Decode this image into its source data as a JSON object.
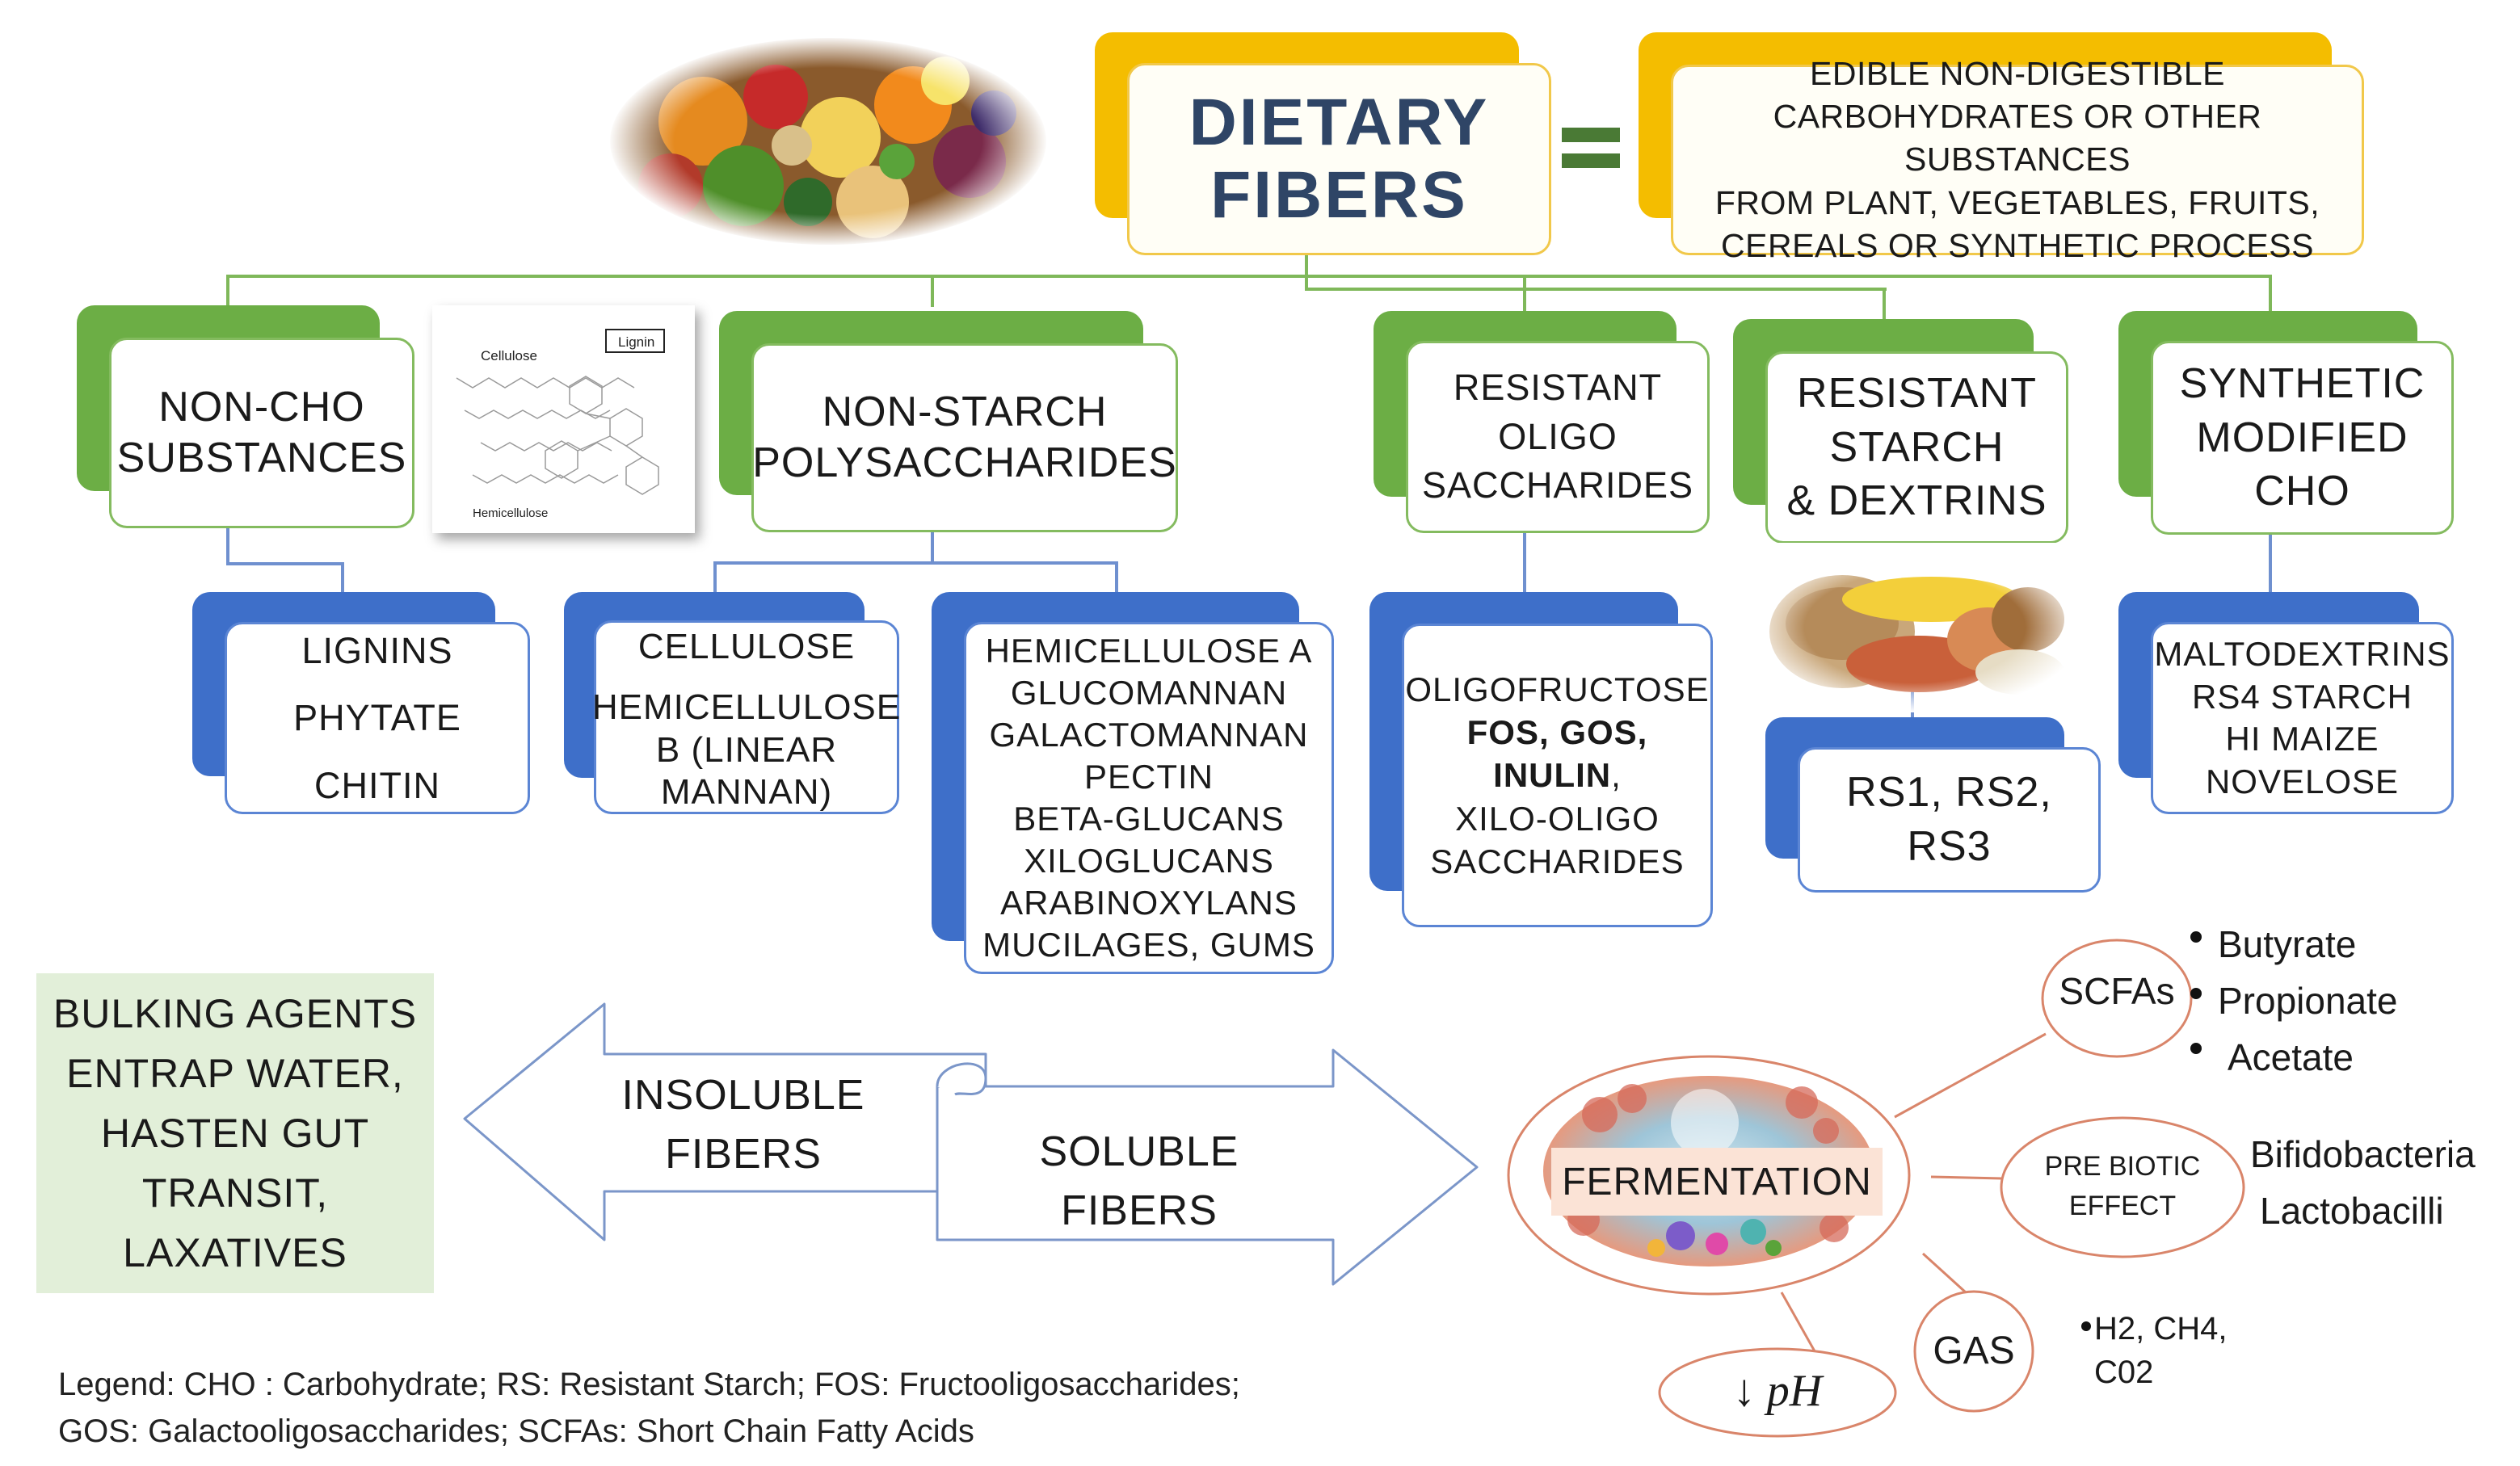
{
  "header": {
    "title_line1": "DIETARY",
    "title_line2": "FIBERS",
    "equals": "=",
    "definition_lines": [
      "EDIBLE NON-DIGESTIBLE",
      "CARBOHYDRATES OR OTHER SUBSTANCES",
      "FROM PLANT, VEGETABLES, FRUITS,",
      "CEREALS OR SYNTHETIC PROCESS"
    ]
  },
  "categories": {
    "non_cho": [
      "NON-CHO",
      "SUBSTANCES"
    ],
    "nsp": [
      "NON-STARCH",
      "POLYSACCHARIDES"
    ],
    "ros": [
      "RESISTANT",
      "OLIGO",
      "SACCHARIDES"
    ],
    "rsd": [
      "RESISTANT",
      "STARCH",
      "& DEXTRINS"
    ],
    "syn": [
      "SYNTHETIC",
      "MODIFIED",
      "CHO"
    ]
  },
  "structure_image": {
    "cellulose": "Cellulose",
    "lignin": "Lignin",
    "hemicellulose": "Hemicellulose"
  },
  "subitems": {
    "lignins": [
      "LIGNINS",
      "PHYTATE",
      "CHITIN"
    ],
    "cellulose": [
      "CELLULOSE",
      "HEMICELLULOSE",
      "B (LINEAR",
      "MANNAN)"
    ],
    "hemi": [
      "HEMICELLULOSE A",
      "GLUCOMANNAN",
      "GALACTOMANNAN",
      "PECTIN",
      "BETA-GLUCANS",
      "XILOGLUCANS",
      "ARABINOXYLANS",
      "MUCILAGES, GUMS"
    ],
    "oligo": {
      "l1": "OLIGOFRUCTOSE",
      "l2": "FOS, GOS,",
      "l3": "INULIN",
      "l3b": ",",
      "l4": "XILO-OLIGO",
      "l5": "SACCHARIDES"
    },
    "rs": [
      "RS1, RS2,",
      "RS3"
    ],
    "malto": [
      "MALTODEXTRINS",
      "RS4 STARCH",
      "HI MAIZE",
      "NOVELOSE"
    ]
  },
  "bulking": [
    "BULKING AGENTS",
    "ENTRAP WATER,",
    "HASTEN GUT",
    "TRANSIT,",
    "LAXATIVES"
  ],
  "arrows": {
    "insoluble": [
      "INSOLUBLE",
      "FIBERS"
    ],
    "soluble": [
      "SOLUBLE",
      "FIBERS"
    ]
  },
  "fermentation": {
    "label": "FERMENTATION",
    "scfas": "SCFAs",
    "scfa_items": [
      "Butyrate",
      "Propionate",
      "Acetate"
    ],
    "prebiotic": [
      "PRE BIOTIC",
      "EFFECT"
    ],
    "bacteria": [
      "Bifidobacteria",
      "Lactobacilli"
    ],
    "gas": "GAS",
    "gas_items": [
      "H2, CH4,",
      "C02"
    ],
    "ph": "↓ pH"
  },
  "legend": {
    "line1": "Legend: CHO : Carbohydrate; RS: Resistant Starch; FOS: Fructooligosaccharides;",
    "line2": "GOS: Galactooligosaccharides; SCFAs: Short Chain Fatty Acids"
  },
  "colors": {
    "green": "#6cae45",
    "blue": "#3e6fc9",
    "yellow": "#f4bd00",
    "title_blue": "#2f4566",
    "bulking_bg": "#e2efd9",
    "ellipse_border": "#d9856a"
  }
}
